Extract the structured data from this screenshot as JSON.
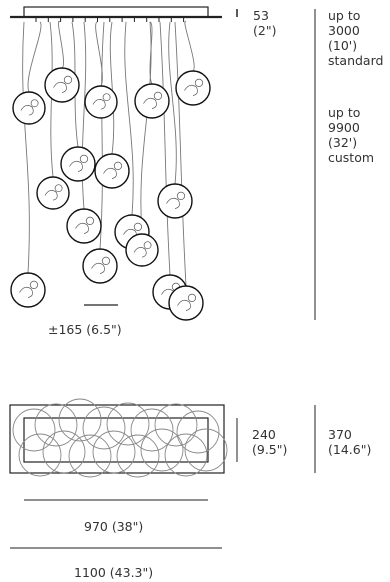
{
  "dimensions": {
    "canopy_height": {
      "mm": "53",
      "in": "(2\")"
    },
    "drop_standard": {
      "line1": "up to",
      "line2": "3000",
      "line3": "(10')",
      "line4": "standard"
    },
    "drop_custom": {
      "line1": "up to",
      "line2": "9900",
      "line3": "(32')",
      "line4": "custom"
    },
    "pendant_diameter": "±165 (6.5\")",
    "canopy_depth": {
      "mm": "240",
      "in": "(9.5\")"
    },
    "overall_depth": {
      "mm": "370",
      "in": "(14.6\")"
    },
    "canopy_length": "970 (38\")",
    "overall_length": "1100 (43.3\")"
  },
  "colors": {
    "line": "#222222",
    "sphere": "#111111",
    "cable": "#777777"
  }
}
